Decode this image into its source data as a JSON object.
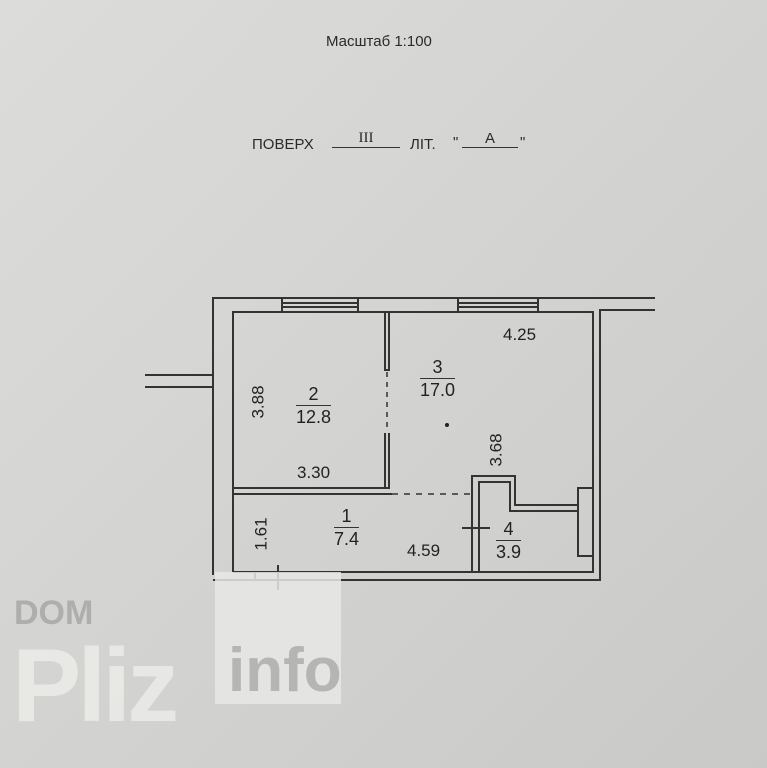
{
  "header": {
    "scale_label": "Масштаб 1:100",
    "floor_label": "ПОВЕРХ",
    "floor_value": "III",
    "letter_label": "ЛІТ.",
    "letter_value": "А",
    "quote_open": "\"",
    "quote_close": "\""
  },
  "rooms": [
    {
      "number": "1",
      "area": "7.4"
    },
    {
      "number": "2",
      "area": "12.8"
    },
    {
      "number": "3",
      "area": "17.0"
    },
    {
      "number": "4",
      "area": "3.9"
    }
  ],
  "dimensions": {
    "room2_height": "3.88",
    "room2_width": "3.30",
    "room3_width": "4.25",
    "room3_height": "3.68",
    "room1_height": "1.61",
    "room1_width": "4.59"
  },
  "watermark": {
    "line1": "DOM",
    "line2": "Pliz",
    "line3": "info"
  }
}
